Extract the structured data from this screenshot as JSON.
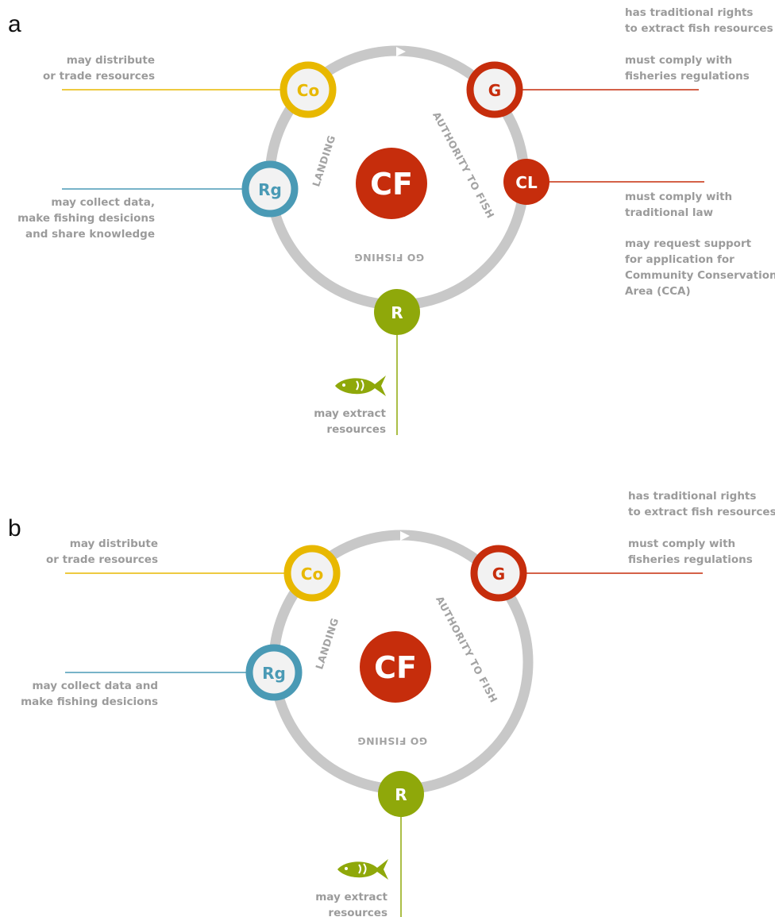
{
  "colors": {
    "ring": "#c8c8c8",
    "note_text": "#9b9b9b",
    "cycle_text": "#a3a3a3",
    "co": "#e8b800",
    "g": "#c62d0c",
    "cl": "#c62d0c",
    "rg": "#4a9ab5",
    "r": "#8fa80a",
    "cf": "#c62d0c",
    "node_fill": "#f2f2f2"
  },
  "panels": [
    {
      "letter": "a",
      "center_label": "CF",
      "cycle_labels": {
        "landing": "LANDING",
        "authority": "AUTHORITY TO FISH",
        "go_fishing": "GO FISHING"
      },
      "nodes": {
        "co": "Co",
        "g": "G",
        "cl": "CL",
        "rg": "Rg",
        "r": "R"
      },
      "notes": {
        "co": [
          "may distribute",
          "or trade resources"
        ],
        "g_top": [
          "has traditional rights",
          "to extract fish resources"
        ],
        "g_bottom": [
          "must comply with",
          "fisheries regulations"
        ],
        "cl_top": [
          "must comply with",
          "traditional law"
        ],
        "cl_bottom": [
          "may request support",
          "for application for",
          "Community Conservation",
          "Area (CCA)"
        ],
        "rg": [
          "may collect data,",
          "make fishing desicions",
          "and share knowledge"
        ],
        "r": [
          "may extract",
          "resources"
        ]
      }
    },
    {
      "letter": "b",
      "center_label": "CF",
      "cycle_labels": {
        "landing": "LANDING",
        "authority": "AUTHORITY TO FISH",
        "go_fishing": "GO FISHING"
      },
      "nodes": {
        "co": "Co",
        "g": "G",
        "rg": "Rg",
        "r": "R"
      },
      "notes": {
        "co": [
          "may distribute",
          "or trade resources"
        ],
        "g_top": [
          "has traditional rights",
          "to extract fish resources"
        ],
        "g_bottom": [
          "must comply with",
          "fisheries regulations"
        ],
        "rg": [
          "may collect data and",
          "make fishing desicions"
        ],
        "r": [
          "may extract",
          "resources"
        ]
      }
    }
  ]
}
